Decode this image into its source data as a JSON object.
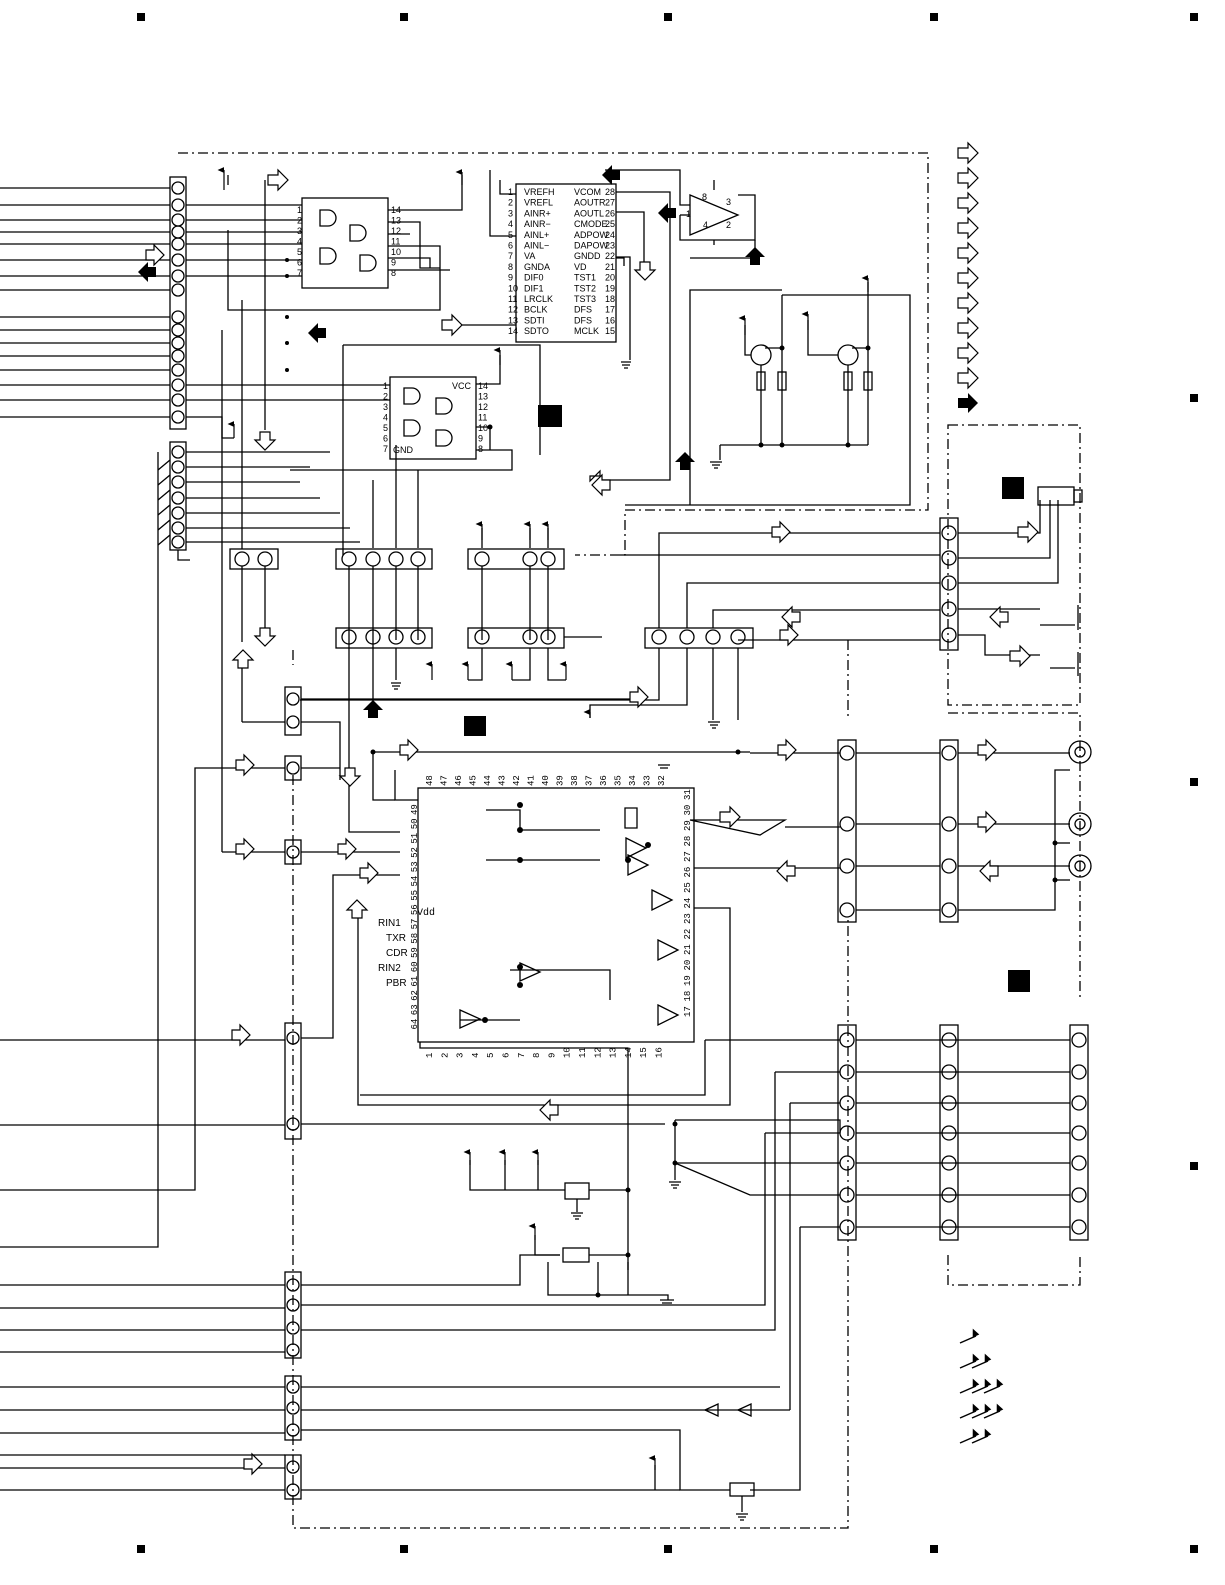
{
  "diagram": {
    "colors": {
      "ink": "#000000",
      "paper": "#ffffff"
    },
    "ic_dac": {
      "pins_left": [
        {
          "n": "1",
          "name": "VREFH"
        },
        {
          "n": "2",
          "name": "VREFL"
        },
        {
          "n": "3",
          "name": "AINR+"
        },
        {
          "n": "4",
          "name": "AINR−"
        },
        {
          "n": "5",
          "name": "AINL+"
        },
        {
          "n": "6",
          "name": "AINL−"
        },
        {
          "n": "7",
          "name": "VA"
        },
        {
          "n": "8",
          "name": "GNDA"
        },
        {
          "n": "9",
          "name": "DIF0"
        },
        {
          "n": "10",
          "name": "DIF1"
        },
        {
          "n": "11",
          "name": "LRCLK"
        },
        {
          "n": "12",
          "name": "BCLK"
        },
        {
          "n": "13",
          "name": "SDTI"
        },
        {
          "n": "14",
          "name": "SDTO"
        }
      ],
      "pins_right": [
        {
          "n": "28",
          "name": "VCOM"
        },
        {
          "n": "27",
          "name": "AOUTR"
        },
        {
          "n": "26",
          "name": "AOUTL"
        },
        {
          "n": "25",
          "name": "CMODE"
        },
        {
          "n": "24",
          "name": "ADPOW"
        },
        {
          "n": "23",
          "name": "DAPOW"
        },
        {
          "n": "22",
          "name": "GNDD"
        },
        {
          "n": "21",
          "name": "VD"
        },
        {
          "n": "20",
          "name": "TST1"
        },
        {
          "n": "19",
          "name": "TST2"
        },
        {
          "n": "18",
          "name": "TST3"
        },
        {
          "n": "17",
          "name": "DFS"
        },
        {
          "n": "16",
          "name": "DFS"
        },
        {
          "n": "15",
          "name": "MCLK"
        }
      ]
    },
    "ic_gate1": {
      "pins_left": [
        "1",
        "2",
        "3",
        "4",
        "5",
        "6",
        "7"
      ],
      "pins_right": [
        "14",
        "13",
        "12",
        "11",
        "10",
        "9",
        "8"
      ]
    },
    "ic_gate2": {
      "pins_left": [
        "1",
        "2",
        "3",
        "4",
        "5",
        "6",
        "7"
      ],
      "pins_right": [
        "14",
        "13",
        "12",
        "11",
        "10",
        "9",
        "8"
      ],
      "vcc": "VCC",
      "gnd": "GND"
    },
    "opamp": {
      "pins": [
        "8",
        "1",
        "4",
        "3",
        "2"
      ]
    },
    "selector": {
      "top_pins": [
        "48",
        "47",
        "46",
        "45",
        "44",
        "43",
        "42",
        "41",
        "40",
        "39",
        "38",
        "37",
        "36",
        "35",
        "34",
        "33",
        "32"
      ],
      "left_pins": [
        "49",
        "50",
        "51",
        "52",
        "53",
        "54",
        "55",
        "56",
        "57",
        "58",
        "59",
        "60",
        "61",
        "62",
        "63",
        "64"
      ],
      "right_pins": [
        "31",
        "30",
        "29",
        "28",
        "27",
        "26",
        "25",
        "24",
        "23",
        "22",
        "21",
        "20",
        "19",
        "18",
        "17"
      ],
      "bottom_pins": [
        "1",
        "2",
        "3",
        "4",
        "5",
        "6",
        "7",
        "8",
        "9",
        "10",
        "11",
        "12",
        "13",
        "14",
        "15",
        "16"
      ],
      "vdd": "Vdd",
      "inputs": [
        "RIN1",
        "TXR",
        "CDR",
        "RIN2",
        "PBR"
      ]
    }
  }
}
